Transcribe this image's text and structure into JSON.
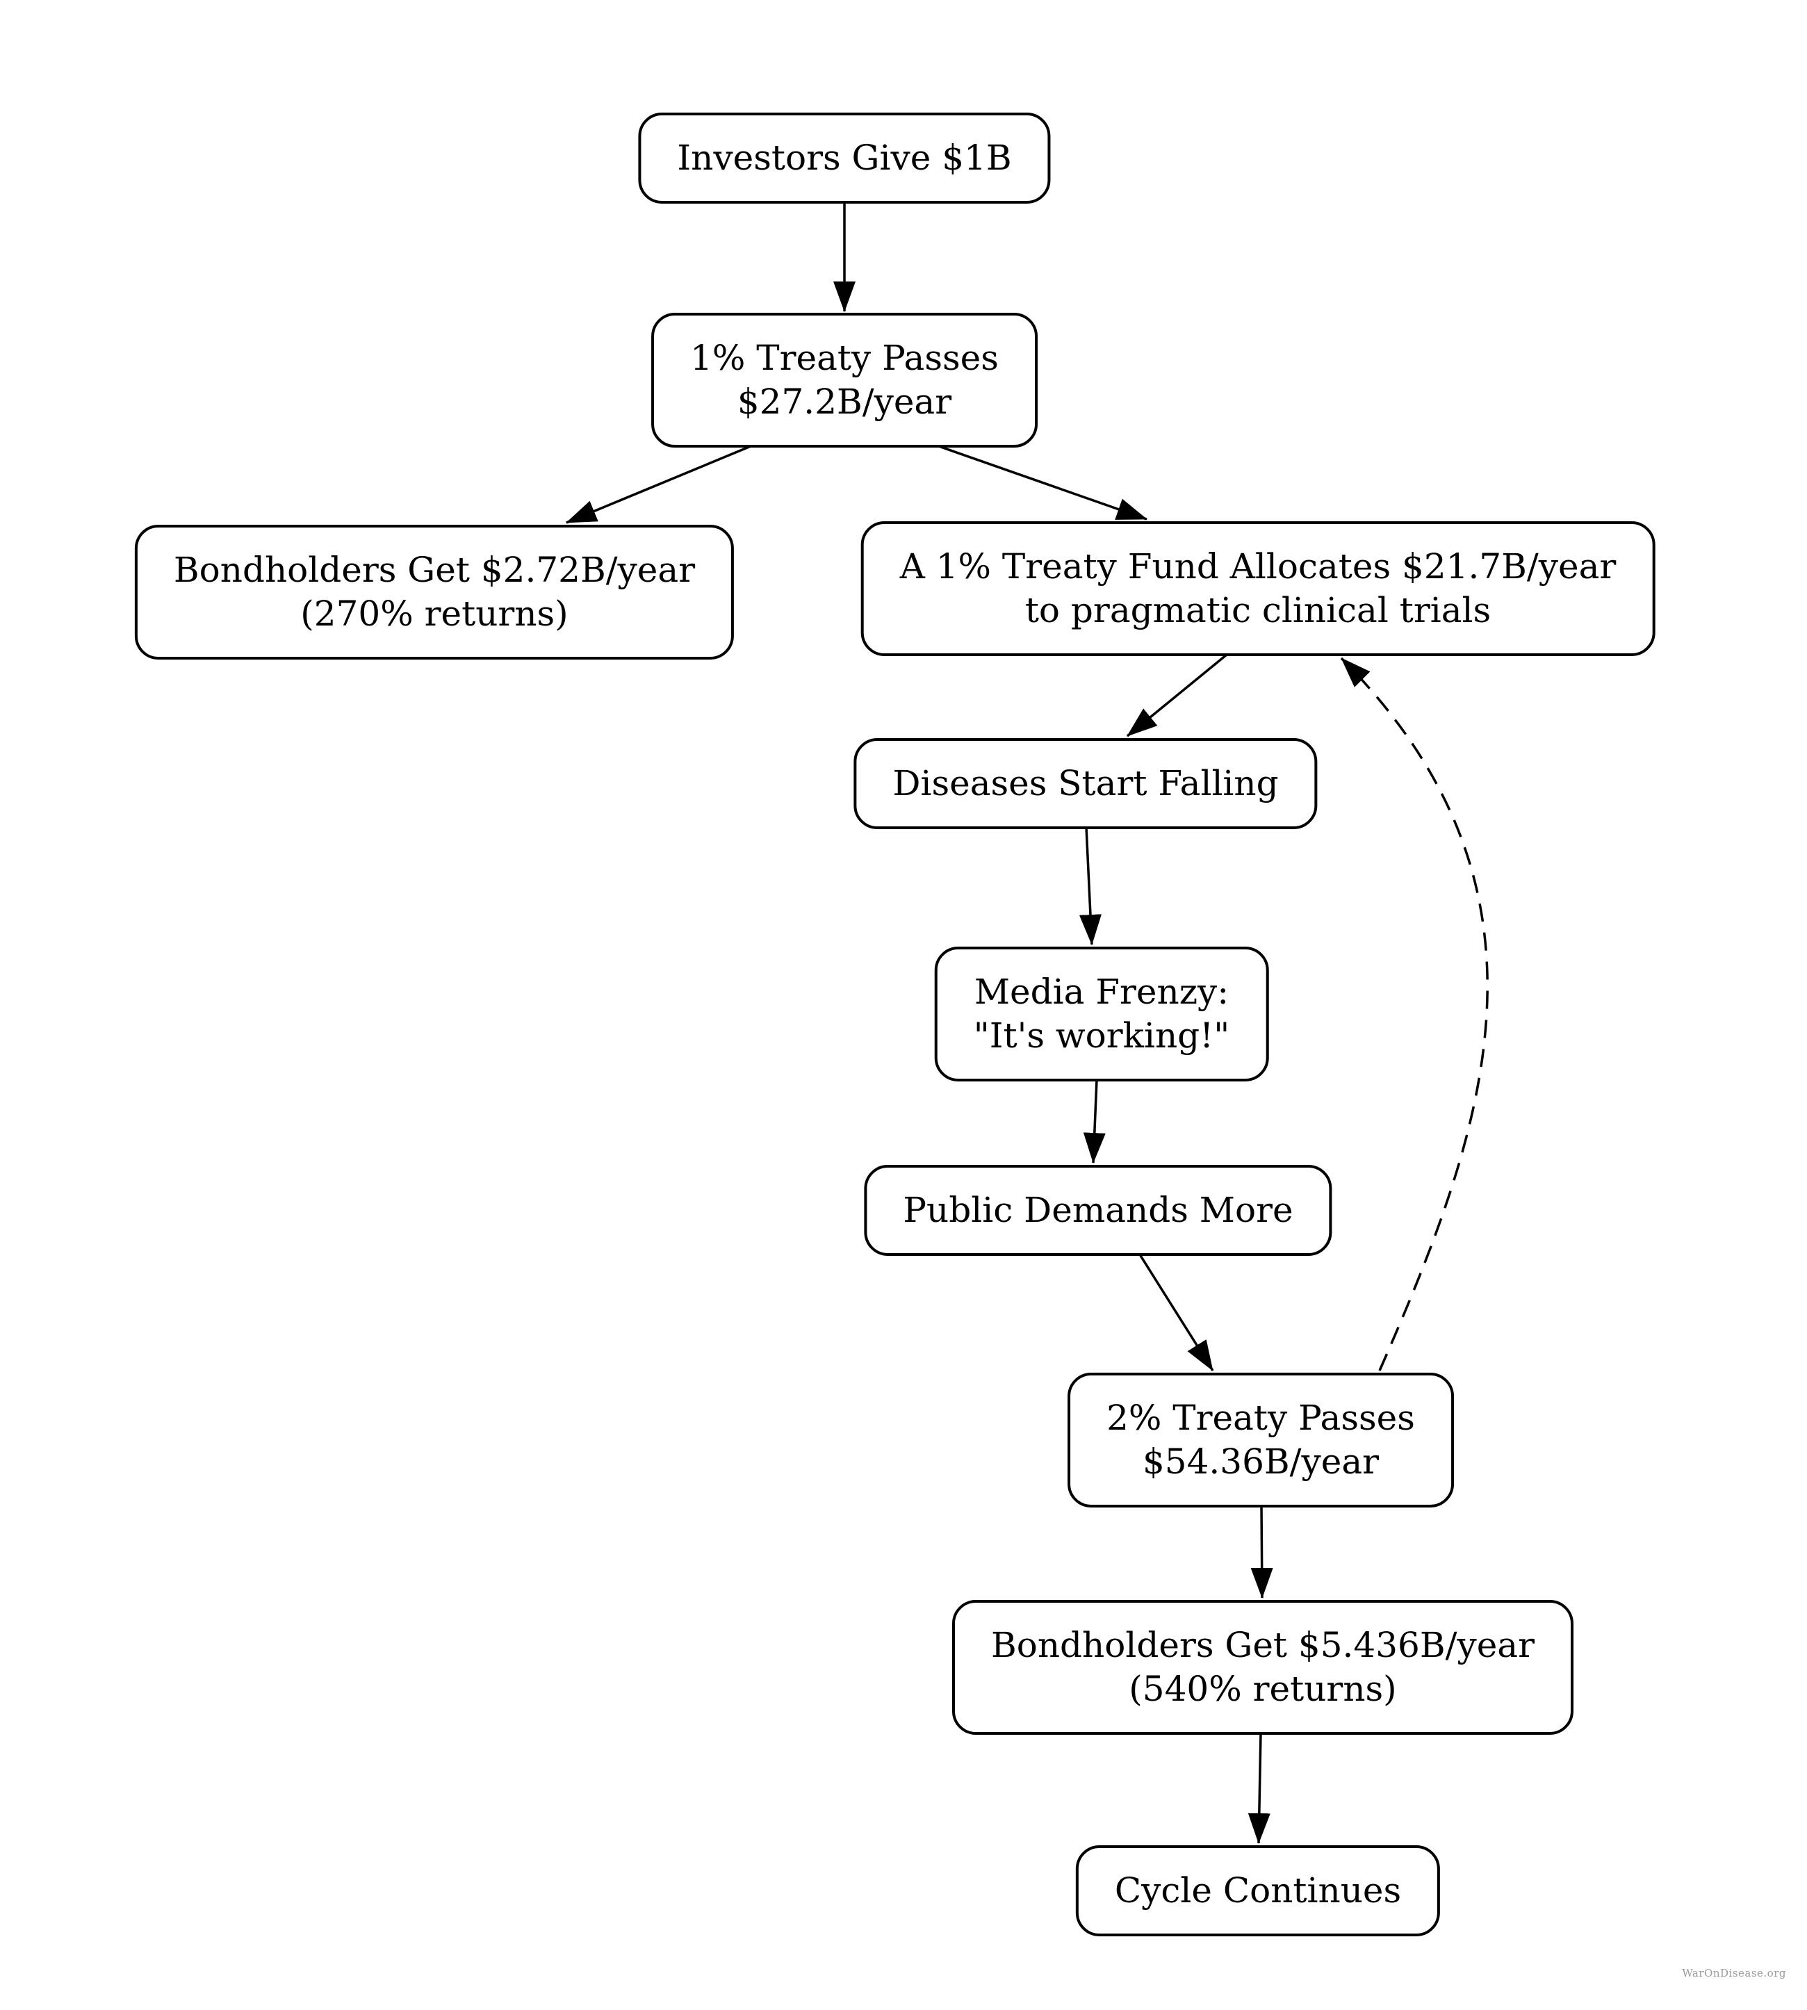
{
  "diagram": {
    "type": "flowchart",
    "background_color": "#ffffff",
    "node_fill_color": "#ffffff",
    "node_border_color": "#000000",
    "text_color": "#000000",
    "watermark_color": "#9b9b9b",
    "watermark": "WarOnDisease.org",
    "nodes": [
      {
        "id": "investors",
        "lines": [
          "Investors Give $1B"
        ]
      },
      {
        "id": "treaty1",
        "lines": [
          "1% Treaty Passes",
          "$27.2B/year"
        ]
      },
      {
        "id": "bondholders1",
        "lines": [
          "Bondholders Get $2.72B/year",
          "(270% returns)"
        ]
      },
      {
        "id": "fund",
        "lines": [
          "A 1% Treaty Fund Allocates $21.7B/year",
          "to pragmatic clinical trials"
        ]
      },
      {
        "id": "diseases",
        "lines": [
          "Diseases Start Falling"
        ]
      },
      {
        "id": "media",
        "lines": [
          "Media Frenzy:",
          "\"It's working!\""
        ]
      },
      {
        "id": "public",
        "lines": [
          "Public Demands More"
        ]
      },
      {
        "id": "treaty2",
        "lines": [
          "2% Treaty Passes",
          "$54.36B/year"
        ]
      },
      {
        "id": "bondholders2",
        "lines": [
          "Bondholders Get $5.436B/year",
          "(540% returns)"
        ]
      },
      {
        "id": "cycle",
        "lines": [
          "Cycle Continues"
        ]
      }
    ],
    "edges": [
      {
        "from": "investors",
        "to": "treaty1",
        "style": "solid"
      },
      {
        "from": "treaty1",
        "to": "bondholders1",
        "style": "solid"
      },
      {
        "from": "treaty1",
        "to": "fund",
        "style": "solid"
      },
      {
        "from": "fund",
        "to": "diseases",
        "style": "solid"
      },
      {
        "from": "diseases",
        "to": "media",
        "style": "solid"
      },
      {
        "from": "media",
        "to": "public",
        "style": "solid"
      },
      {
        "from": "public",
        "to": "treaty2",
        "style": "solid"
      },
      {
        "from": "treaty2",
        "to": "bondholders2",
        "style": "solid"
      },
      {
        "from": "bondholders2",
        "to": "cycle",
        "style": "solid"
      },
      {
        "from": "treaty2",
        "to": "fund",
        "style": "dashed"
      }
    ]
  }
}
